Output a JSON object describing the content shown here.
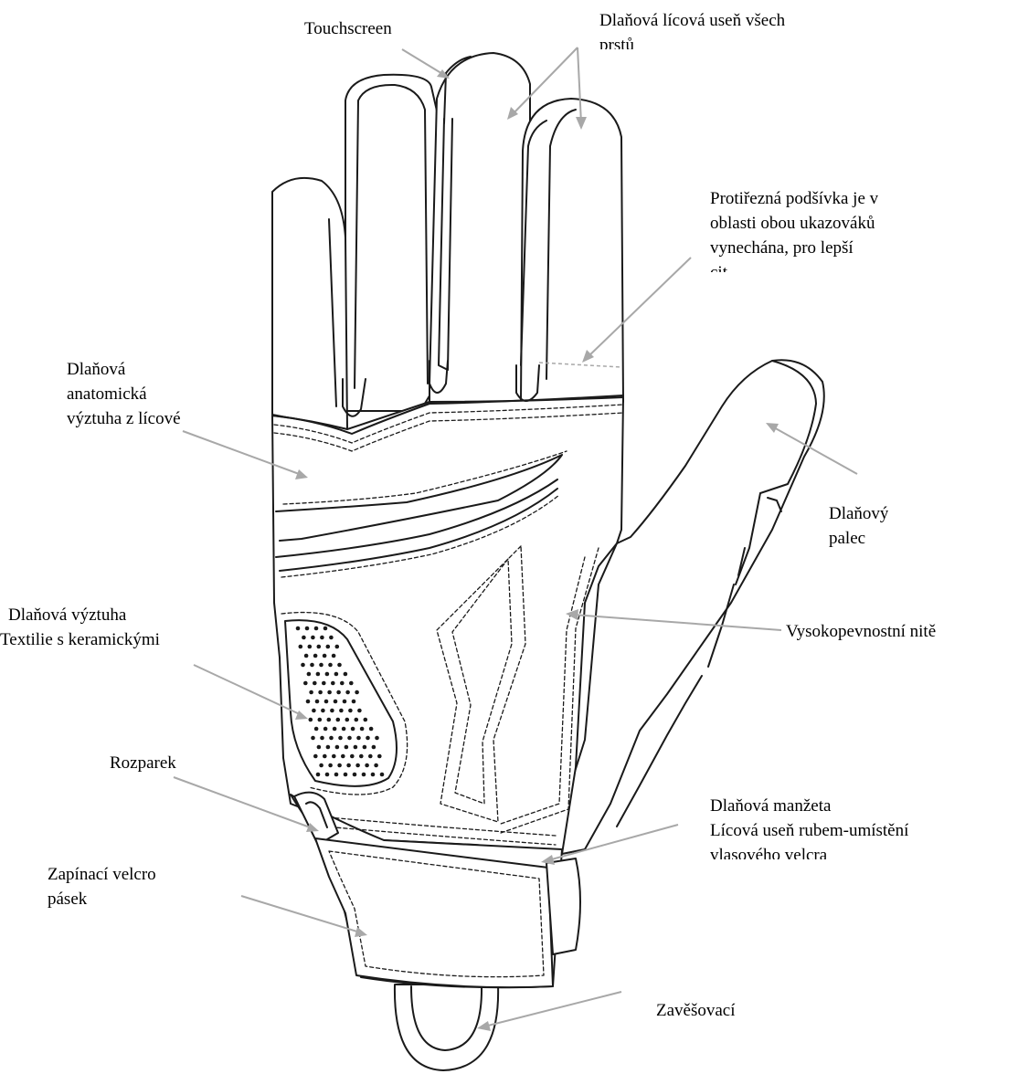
{
  "labels": {
    "touchscreen": "Touchscreen",
    "palm_leather_fingers": [
      "Dlaňová lícová useň všech",
      "prstů"
    ],
    "anti_cut_lining": [
      "Protiřezná podšívka je v",
      "oblasti obou ukazováků",
      "vynechána, pro lepší",
      "cit"
    ],
    "palm_reinforcement": [
      "Dlaňová",
      "anatomická",
      "výztuha z lícové"
    ],
    "thumb": [
      "Dlaňový",
      "palec"
    ],
    "ceramic_reinforcement": [
      "Dlaňová výztuha",
      "Textilie s keramickými"
    ],
    "high_strength_thread": "Vysokopevnostní nitě",
    "spacer": "Rozparek",
    "palm_cuff": [
      "Dlaňová manžeta",
      "Lícová useň rubem-umístění",
      "vlasového velcra"
    ],
    "velcro_strap": [
      "Zapínací velcro",
      "pásek"
    ],
    "hanging_loop": "Zavěšovací"
  },
  "colors": {
    "outline": "#1a1a1a",
    "leader": "#a8a8a8",
    "text": "#000000",
    "background": "#ffffff"
  }
}
